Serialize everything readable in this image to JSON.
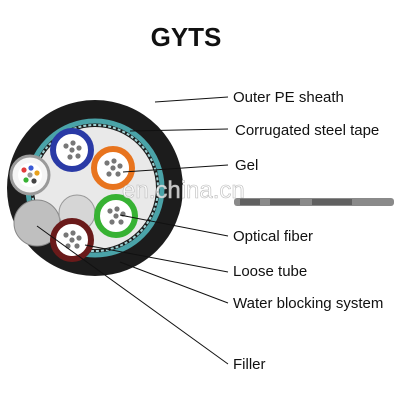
{
  "title": "GYTS",
  "labels": {
    "outer_pe_sheath": "Outer PE sheath",
    "corrugated_steel_tape": "Corrugated steel tape",
    "gel": "Gel",
    "optical_fiber": "Optical fiber",
    "loose_tube": "Loose tube",
    "water_blocking_system": "Water blocking system",
    "filler": "Filler"
  },
  "watermark": "en.china.cn",
  "colors": {
    "outer_sheath": "#1c1c1c",
    "steel_tape": "#4aa3a8",
    "gel": "#cfcfcf",
    "tube_blue": "#2a3aa6",
    "tube_orange": "#e8741e",
    "tube_green": "#37b233",
    "tube_brown": "#6a1a1a",
    "filler": "#bfbfbf"
  }
}
